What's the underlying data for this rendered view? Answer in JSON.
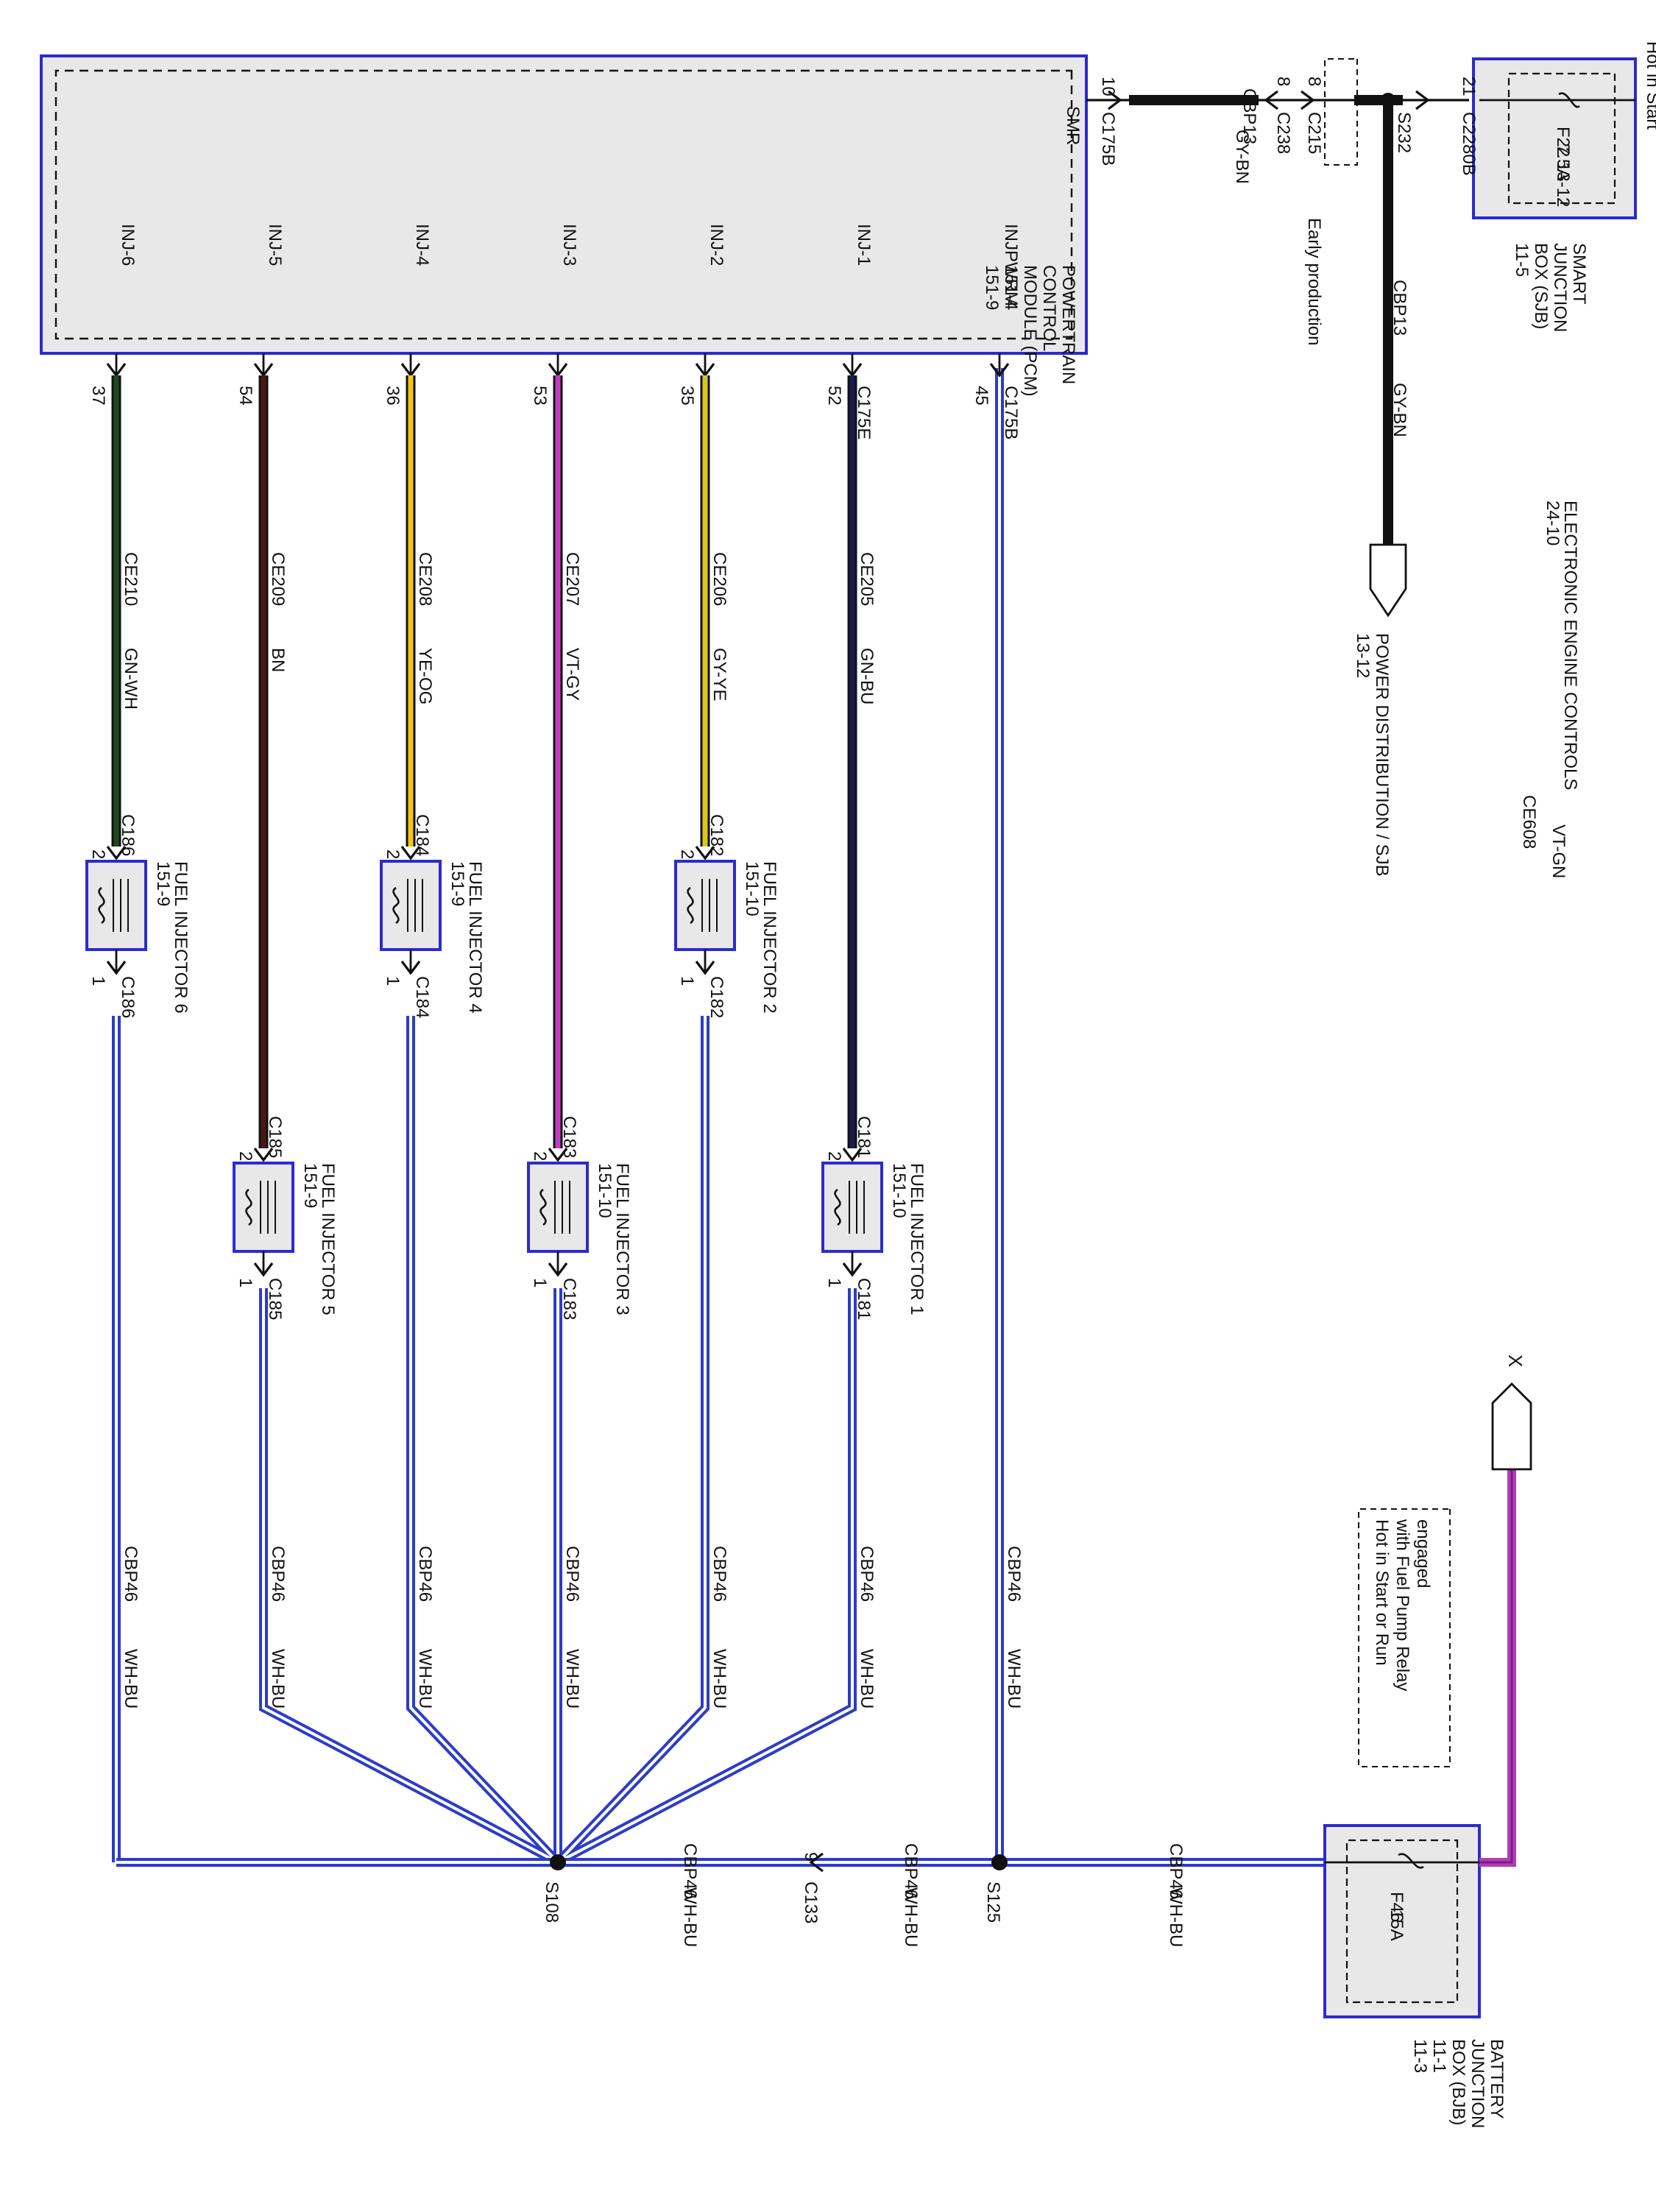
{
  "top_right_note": "Hot in Start",
  "sjb": {
    "title_lines": [
      "SMART",
      "JUNCTION",
      "BOX (SJB)",
      "11-5"
    ],
    "fuse_name": "F22",
    "fuse_rating": "7.5A",
    "fuse_ref": "13-12",
    "connector": "C2280B",
    "pin": "21"
  },
  "splice_s232": "S232",
  "c215": {
    "label": "C215",
    "pin": "8",
    "note": "Early production"
  },
  "c238": {
    "label": "C238",
    "pin": "8"
  },
  "cbp13_top": {
    "circuit": "CBP13",
    "color": "GY-BN"
  },
  "pcm": {
    "smr": "SMR",
    "title_lines": [
      "POWERTRAIN",
      "CONTROL",
      "MODULE (PCM)",
      "151-4",
      "151-9"
    ],
    "power_connector": "C175B",
    "power_pin": "10",
    "pins": [
      {
        "label": "INJPWRM",
        "pin": "45",
        "connector": "C175B"
      },
      {
        "label": "INJ-1",
        "pin": "52",
        "connector": "C175E"
      },
      {
        "label": "INJ-2",
        "pin": "35",
        "connector": ""
      },
      {
        "label": "INJ-3",
        "pin": "53",
        "connector": ""
      },
      {
        "label": "INJ-4",
        "pin": "36",
        "connector": ""
      },
      {
        "label": "INJ-5",
        "pin": "54",
        "connector": ""
      },
      {
        "label": "INJ-6",
        "pin": "37",
        "connector": ""
      }
    ]
  },
  "power_dist": {
    "circuit": "CBP13",
    "color": "GY-BN",
    "label_lines": [
      "POWER DISTRIBUTION / SJB",
      "13-12"
    ]
  },
  "wires": [
    {
      "circuit": "CE205",
      "color": "GN-BU",
      "hex": "#1a1a55"
    },
    {
      "circuit": "CE206",
      "color": "GY-YE",
      "hex": "#d9c820"
    },
    {
      "circuit": "CE207",
      "color": "VT-GY",
      "hex": "#c23cc6"
    },
    {
      "circuit": "CE208",
      "color": "YE-OG",
      "hex": "#f2c70f"
    },
    {
      "circuit": "CE209",
      "color": "BN",
      "hex": "#4a1717"
    },
    {
      "circuit": "CE210",
      "color": "GN-WH",
      "hex": "#1d4a1d"
    }
  ],
  "injectors": [
    {
      "name": "FUEL INJECTOR 1",
      "ref": "151-10",
      "connector": "C181",
      "pin_in": "2",
      "pin_out": "1"
    },
    {
      "name": "FUEL INJECTOR 2",
      "ref": "151-10",
      "connector": "C182",
      "pin_in": "2",
      "pin_out": "1"
    },
    {
      "name": "FUEL INJECTOR 3",
      "ref": "151-10",
      "connector": "C183",
      "pin_in": "2",
      "pin_out": "1"
    },
    {
      "name": "FUEL INJECTOR 4",
      "ref": "151-9",
      "connector": "C184",
      "pin_in": "2",
      "pin_out": "1"
    },
    {
      "name": "FUEL INJECTOR 5",
      "ref": "151-9",
      "connector": "C185",
      "pin_in": "2",
      "pin_out": "1"
    },
    {
      "name": "FUEL INJECTOR 6",
      "ref": "151-9",
      "connector": "C186",
      "pin_in": "2",
      "pin_out": "1"
    }
  ],
  "cbp46": {
    "circuit": "CBP46",
    "color": "WH-BU"
  },
  "splices": {
    "s108": "S108",
    "s125": "S125"
  },
  "c133": {
    "label": "C133",
    "pin": "9"
  },
  "eec": {
    "title": "ELECTRONIC ENGINE CONTROLS",
    "ref": "24-10",
    "symbol": "X"
  },
  "ce608": {
    "circuit": "CE608",
    "color": "VT-GN"
  },
  "hot_note_lines": [
    "Hot in Start or Run",
    "with Fuel Pump Relay",
    "engaged"
  ],
  "bjb": {
    "title_lines": [
      "BATTERY",
      "JUNCTION",
      "BOX (BJB)",
      "11-1",
      "11-3"
    ],
    "fuse_name": "F46",
    "fuse_rating": "15A"
  },
  "colors": {
    "module_border": "#2b2bd0",
    "module_fill": "#e8e8e8",
    "cbp46_blue": "#2d3cc8",
    "ce608": "#b23cb6",
    "cbp13": "#111111"
  }
}
